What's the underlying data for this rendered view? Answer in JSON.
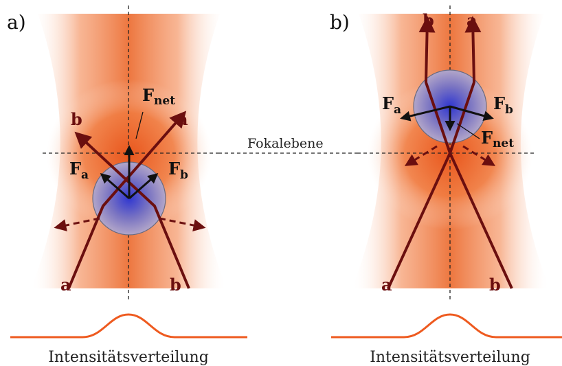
{
  "labels": {
    "panel_a": "a)",
    "panel_b": "b)",
    "focal_plane": "Fokalebene",
    "caption": "Intensitätsverteilung",
    "ray_a": "a",
    "ray_b": "b",
    "force_main": "F",
    "force_a_sub": "a",
    "force_b_sub": "b",
    "force_net_sub": "net"
  },
  "colors": {
    "beam": "#ee5a1f",
    "ray": "#6b0f0f",
    "particle": "#3b3fc8",
    "force_arrow": "#111111",
    "profile": "#ee5a1f"
  }
}
